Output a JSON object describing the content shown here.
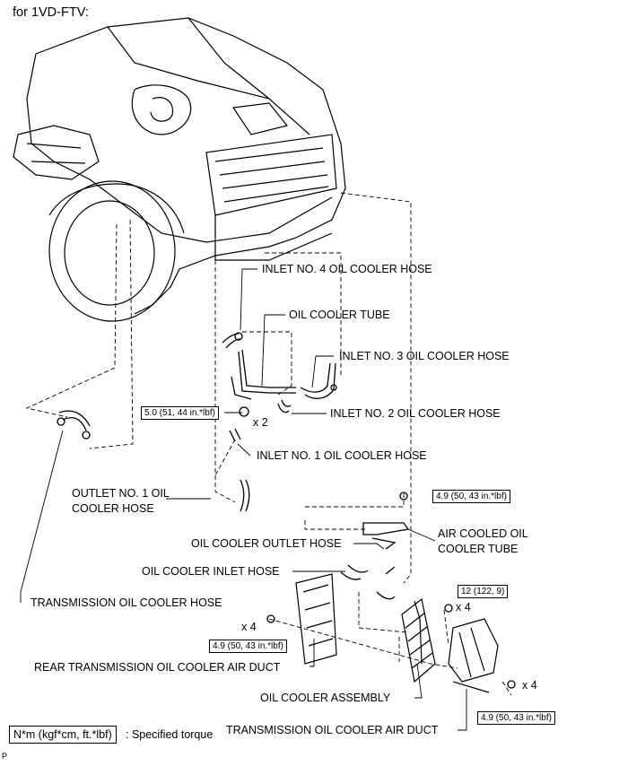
{
  "title": "for 1VD-FTV:",
  "corner_mark": "P",
  "labels": {
    "inlet4": "INLET NO. 4 OIL COOLER HOSE",
    "oil_cooler_tube": "OIL COOLER TUBE",
    "inlet3": "INLET NO. 3 OIL COOLER HOSE",
    "inlet2": "INLET NO. 2 OIL COOLER HOSE",
    "inlet1": "INLET NO. 1 OIL COOLER HOSE",
    "outlet1": "OUTLET NO. 1 OIL\nCOOLER HOSE",
    "air_cooled": "AIR COOLED OIL\nCOOLER TUBE",
    "outlet_hose": "OIL COOLER OUTLET HOSE",
    "inlet_hose": "OIL COOLER INLET HOSE",
    "trans_hose": "TRANSMISSION OIL COOLER HOSE",
    "rear_duct": "REAR TRANSMISSION OIL COOLER AIR DUCT",
    "assembly": "OIL COOLER ASSEMBLY",
    "trans_duct": "TRANSMISSION OIL COOLER AIR DUCT"
  },
  "torques": {
    "t1": "5.0 (51, 44 in.*lbf)",
    "t2": "4.9 (50, 43 in.*lbf)",
    "t3": "12 (122, 9)",
    "t4": "4.9 (50, 43 in.*lbf)",
    "t5": "4.9 (50, 43 in.*lbf)"
  },
  "multipliers": {
    "m1": "x 2",
    "m2": "x 4",
    "m3": "x 4",
    "m4": "x 4"
  },
  "legend": {
    "unit": "N*m (kgf*cm, ft.*lbf)",
    "text": ": Specified torque"
  }
}
